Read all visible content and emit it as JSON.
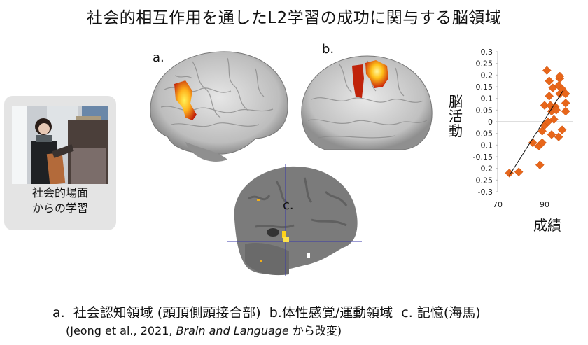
{
  "title": "社会的相互作用を通したL2学習の成功に関与する脳領域",
  "photo_card": {
    "caption_line1": "社会的場面",
    "caption_line2": "からの学習"
  },
  "brains": {
    "a_label": "a.",
    "b_label": "b.",
    "c_label": "c."
  },
  "legend": {
    "line": "a.  社会認知領域 (頭頂側頭接合部)  b.体性感覚/運動領域  c. 記憶(海馬)",
    "cite_prefix": "(Jeong et al., 2021, ",
    "cite_journal": "Brain and Language",
    "cite_suffix": " から改変)"
  },
  "colors": {
    "marker": "#e8661a",
    "activation_yellow": "#ffe24a",
    "activation_red": "#c21a08",
    "axis": "#bdbdbd",
    "photo_card_bg": "#e4e4e4"
  },
  "chart_data": {
    "type": "scatter",
    "title": "",
    "xlabel": "成績",
    "ylabel": "脳活動",
    "xlim": [
      70,
      100
    ],
    "ylim": [
      -0.3,
      0.3
    ],
    "x_ticks": [
      "70",
      "90"
    ],
    "y_ticks": [
      "0.3",
      "0.25",
      "0.2",
      "0.15",
      "0.1",
      "0.05",
      "0",
      "-0.05",
      "-0.1",
      "-0.15",
      "-0.2",
      "-0.25",
      "-0.3"
    ],
    "grid": false,
    "marker": "diamond",
    "trendline": {
      "x": [
        75,
        98
      ],
      "y": [
        -0.23,
        0.135
      ]
    },
    "points": [
      {
        "x": 75,
        "y": -0.22
      },
      {
        "x": 79,
        "y": -0.215
      },
      {
        "x": 85,
        "y": -0.09
      },
      {
        "x": 87.5,
        "y": -0.105
      },
      {
        "x": 88,
        "y": -0.185
      },
      {
        "x": 89,
        "y": -0.04
      },
      {
        "x": 89,
        "y": -0.09
      },
      {
        "x": 90,
        "y": -0.015
      },
      {
        "x": 90,
        "y": 0.07
      },
      {
        "x": 91,
        "y": 0.22
      },
      {
        "x": 91.5,
        "y": 0.0
      },
      {
        "x": 92,
        "y": 0.11
      },
      {
        "x": 92,
        "y": 0.175
      },
      {
        "x": 92.5,
        "y": 0.07
      },
      {
        "x": 93,
        "y": 0.045
      },
      {
        "x": 93,
        "y": -0.055
      },
      {
        "x": 93.5,
        "y": 0.145
      },
      {
        "x": 94,
        "y": 0.01
      },
      {
        "x": 94.5,
        "y": 0.065
      },
      {
        "x": 95,
        "y": 0.05
      },
      {
        "x": 96,
        "y": 0.155
      },
      {
        "x": 96,
        "y": -0.065
      },
      {
        "x": 96.5,
        "y": 0.185
      },
      {
        "x": 96.5,
        "y": 0.195
      },
      {
        "x": 96.5,
        "y": 0.12
      },
      {
        "x": 97.5,
        "y": 0.14
      },
      {
        "x": 97.5,
        "y": -0.035
      },
      {
        "x": 99,
        "y": 0.12
      },
      {
        "x": 99,
        "y": 0.08
      },
      {
        "x": 99,
        "y": 0.045
      }
    ]
  }
}
